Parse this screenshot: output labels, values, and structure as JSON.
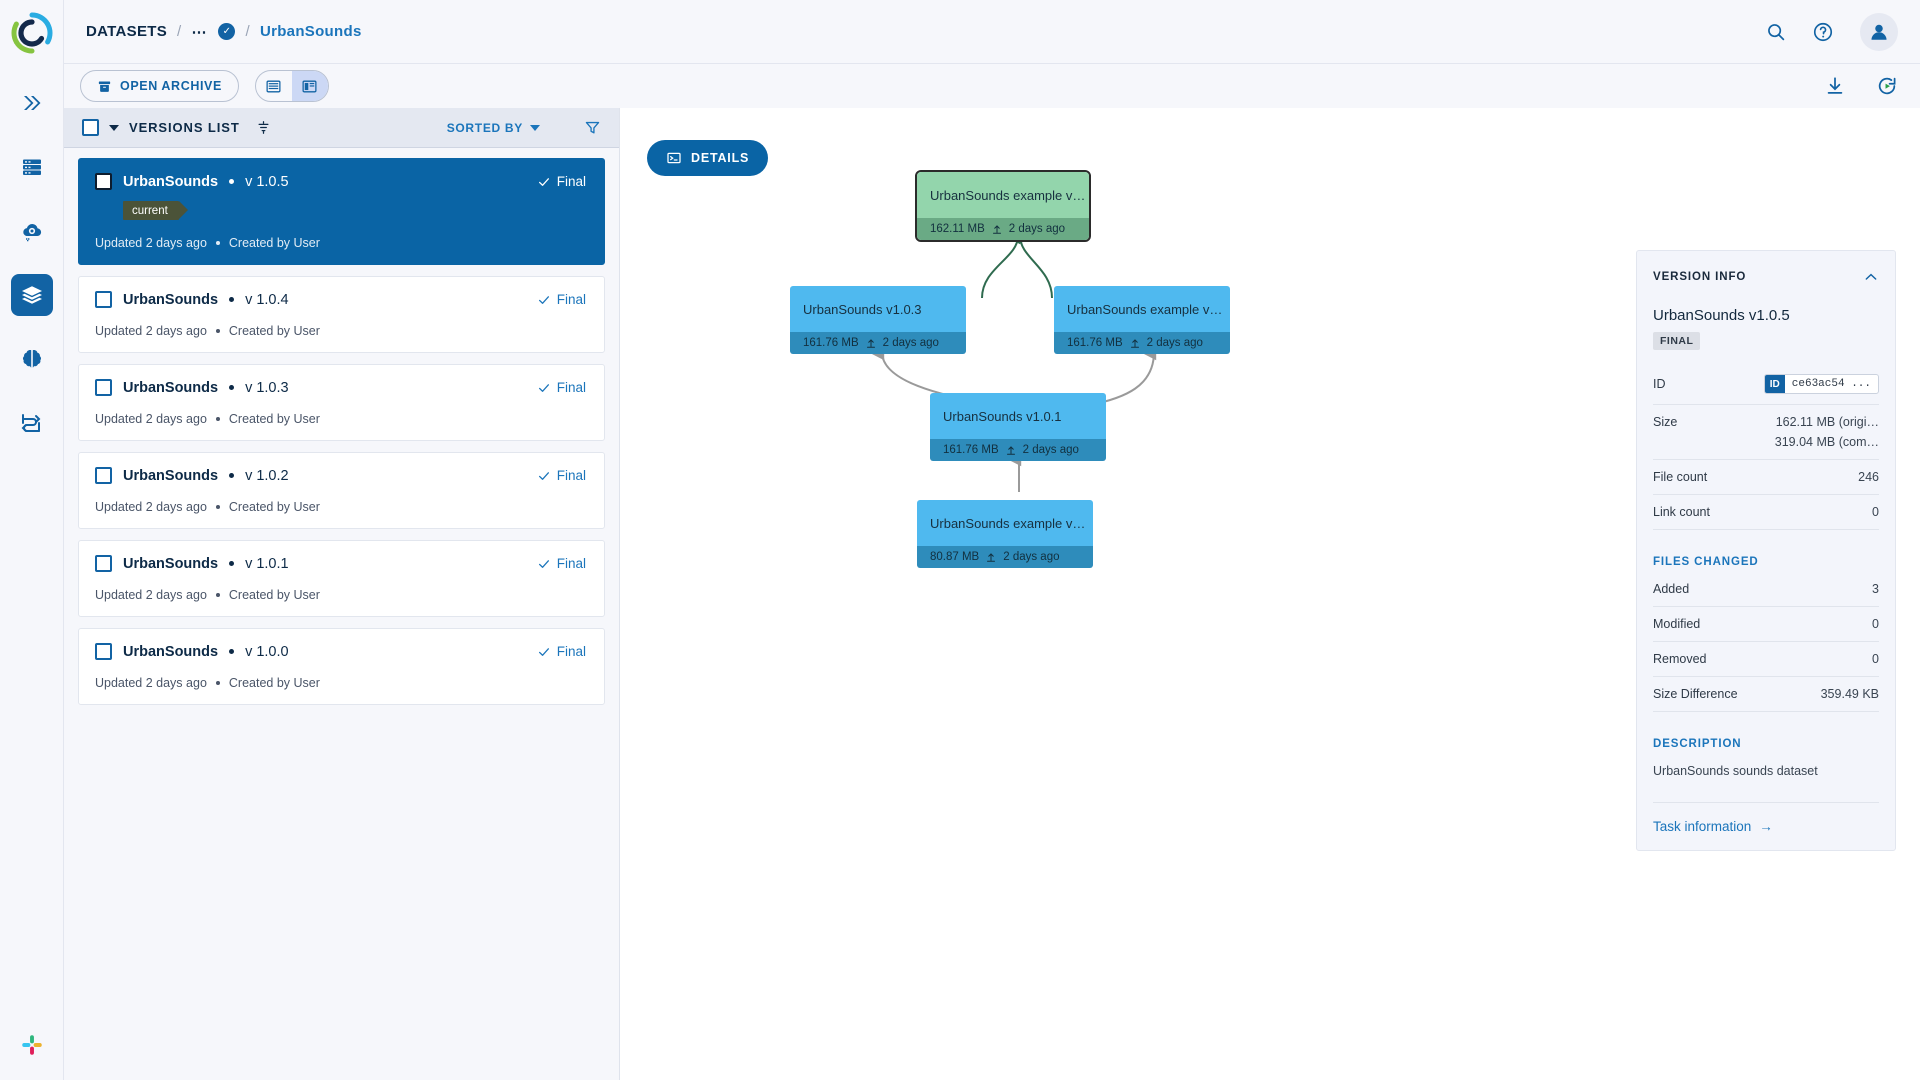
{
  "rail": {
    "logo": "clearml-logo",
    "items": [
      {
        "name": "pipelines-icon",
        "icon": "double-chevron-right"
      },
      {
        "name": "datasets-icon",
        "icon": "server-rack"
      },
      {
        "name": "hyperdatasets-icon",
        "icon": "cloud-gear"
      },
      {
        "name": "versions-icon",
        "icon": "layers",
        "active": true
      },
      {
        "name": "models-icon",
        "icon": "brain"
      },
      {
        "name": "workflows-icon",
        "icon": "flow-arrows"
      }
    ],
    "bottom": {
      "name": "slack-icon"
    }
  },
  "topbar": {
    "breadcrumb": {
      "root": "DATASETS",
      "sep": "/",
      "ellipsis": "…",
      "current": "UrbanSounds"
    },
    "search_label": "search-icon",
    "help_label": "help-icon",
    "avatar_label": "user-avatar"
  },
  "toolbar": {
    "open_archive_label": "OPEN ARCHIVE",
    "view_table_label": "table-view",
    "view_details_label": "details-view",
    "download_label": "download-icon",
    "refresh_label": "auto-refresh-icon"
  },
  "versions_panel": {
    "title": "VERSIONS LIST",
    "sorted_by_label": "SORTED BY",
    "filter_label": "filter-icon",
    "items": [
      {
        "name": "UrbanSounds",
        "version": "v 1.0.5",
        "status": "Final",
        "tag": "current",
        "meta_updated": "Updated 2 days ago",
        "meta_created": "Created by User",
        "selected": true
      },
      {
        "name": "UrbanSounds",
        "version": "v 1.0.4",
        "status": "Final",
        "tag": "",
        "meta_updated": "Updated 2 days ago",
        "meta_created": "Created by User",
        "selected": false
      },
      {
        "name": "UrbanSounds",
        "version": "v 1.0.3",
        "status": "Final",
        "tag": "",
        "meta_updated": "Updated 2 days ago",
        "meta_created": "Created by User",
        "selected": false
      },
      {
        "name": "UrbanSounds",
        "version": "v 1.0.2",
        "status": "Final",
        "tag": "",
        "meta_updated": "Updated 2 days ago",
        "meta_created": "Created by User",
        "selected": false
      },
      {
        "name": "UrbanSounds",
        "version": "v 1.0.1",
        "status": "Final",
        "tag": "",
        "meta_updated": "Updated 2 days ago",
        "meta_created": "Created by User",
        "selected": false
      },
      {
        "name": "UrbanSounds",
        "version": "v 1.0.0",
        "status": "Final",
        "tag": "",
        "meta_updated": "Updated 2 days ago",
        "meta_created": "Created by User",
        "selected": false
      }
    ]
  },
  "canvas": {
    "details_label": "DETAILS",
    "nodes": [
      {
        "id": "n105",
        "title": "UrbanSounds example v…",
        "size": "162.11 MB",
        "time": "2 days ago",
        "color": "green",
        "selected": true
      },
      {
        "id": "n103",
        "title": "UrbanSounds v1.0.3",
        "size": "161.76 MB",
        "time": "2 days ago",
        "color": "blue",
        "selected": false
      },
      {
        "id": "n104",
        "title": "UrbanSounds example v…",
        "size": "161.76 MB",
        "time": "2 days ago",
        "color": "blue",
        "selected": false
      },
      {
        "id": "n101",
        "title": "UrbanSounds v1.0.1",
        "size": "161.76 MB",
        "time": "2 days ago",
        "color": "blue",
        "selected": false
      },
      {
        "id": "n100",
        "title": "UrbanSounds example v…",
        "size": "80.87 MB",
        "time": "2 days ago",
        "color": "blue",
        "selected": false
      }
    ]
  },
  "info": {
    "section_title": "VERSION INFO",
    "version_title": "UrbanSounds v1.0.5",
    "status_badge": "FINAL",
    "rows": [
      {
        "key": "ID",
        "value": "ce63ac54 ...",
        "type": "id-chip",
        "chip_label": "ID"
      },
      {
        "key": "Size",
        "value": "162.11 MB (origi…",
        "type": "text"
      },
      {
        "key": "",
        "value": "319.04 MB (com…",
        "type": "text-continued"
      },
      {
        "key": "File count",
        "value": "246",
        "type": "text"
      },
      {
        "key": "Link count",
        "value": "0",
        "type": "text"
      }
    ],
    "files_changed_title": "FILES CHANGED",
    "files_changed": [
      {
        "key": "Added",
        "value": "3"
      },
      {
        "key": "Modified",
        "value": "0"
      },
      {
        "key": "Removed",
        "value": "0"
      },
      {
        "key": "Size Difference",
        "value": "359.49 KB"
      }
    ],
    "description_title": "DESCRIPTION",
    "description_text": "UrbanSounds sounds dataset",
    "task_link": "Task information",
    "task_link_arrow": "→"
  },
  "colors": {
    "accent": "#1263a4",
    "selected_card": "#0a64a5",
    "node_blue_head": "#4fb9ef",
    "node_blue_foot": "#2e8cbb",
    "node_green_head": "#93d5ac",
    "node_green_foot": "#6aaa85",
    "tag_current": "#4b5338"
  }
}
